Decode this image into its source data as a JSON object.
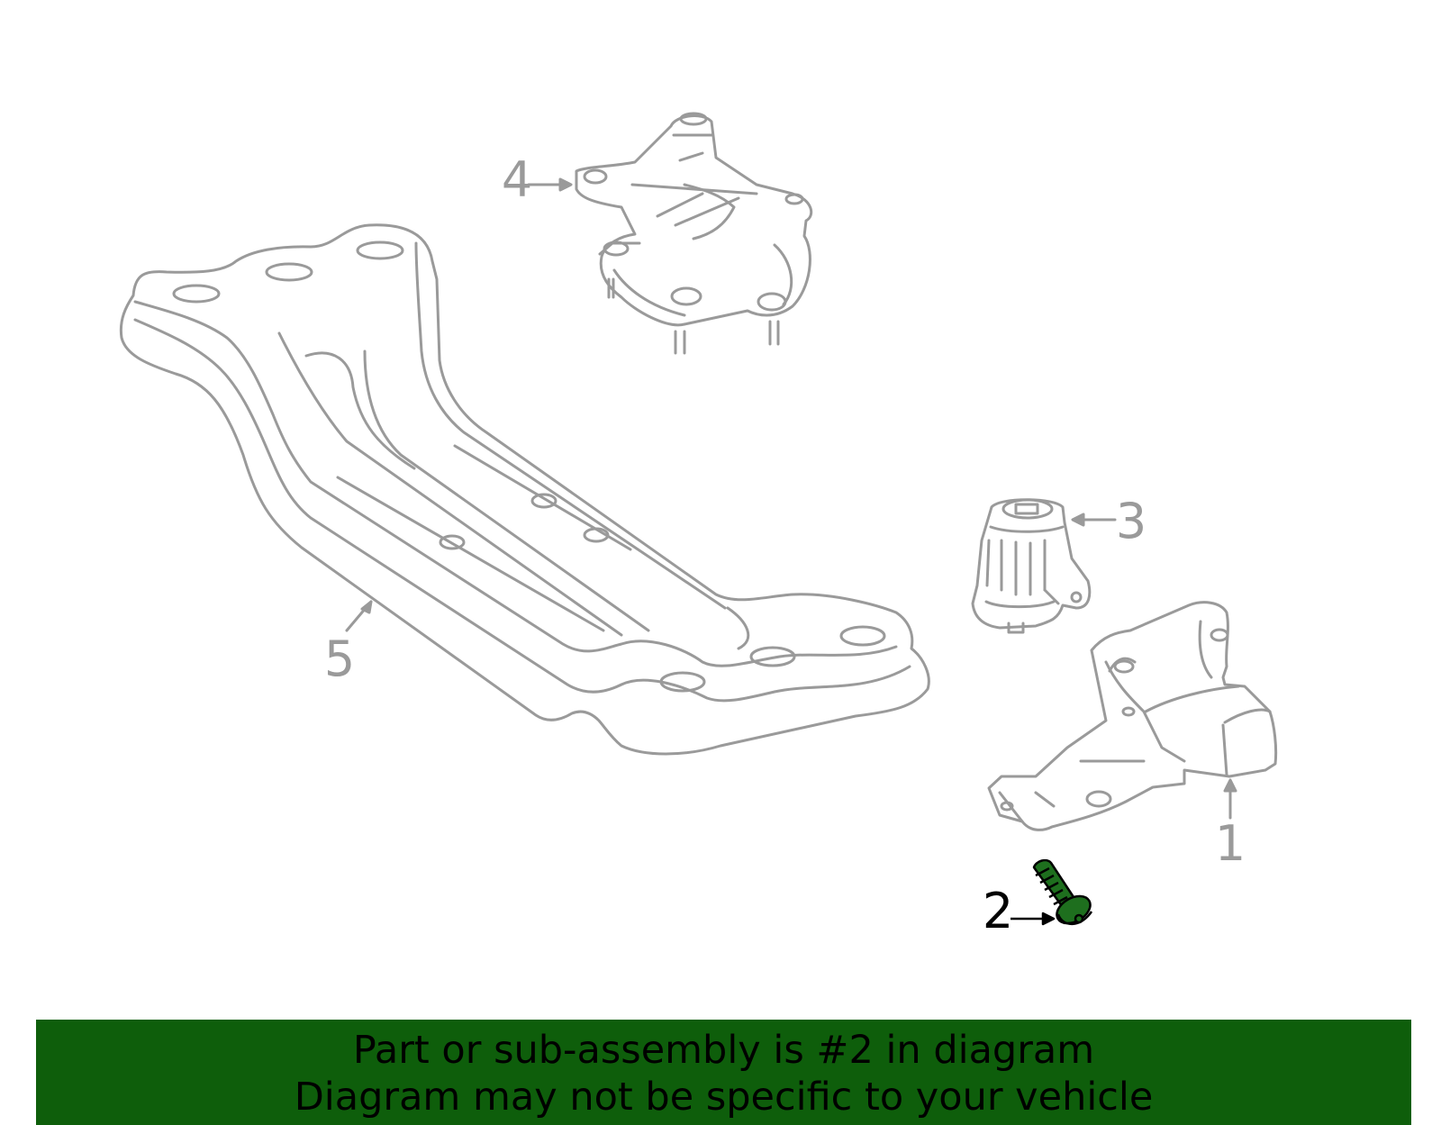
{
  "diagram": {
    "callouts": [
      {
        "number": "1",
        "part": "mount-bracket"
      },
      {
        "number": "2",
        "part": "bolt"
      },
      {
        "number": "3",
        "part": "engine-mount"
      },
      {
        "number": "4",
        "part": "transmission-mount"
      },
      {
        "number": "5",
        "part": "crossmember"
      }
    ],
    "highlighted_callout": "2",
    "colors": {
      "line_art": "#9a9a9a",
      "highlighted_part": "#1e6f1e",
      "highlighted_outline": "#000000",
      "banner": "#0e5e0b",
      "background": "#ffffff"
    }
  },
  "banner": {
    "line1": "Part or sub-assembly is #2 in diagram",
    "line2": "Diagram may not be specific to your vehicle"
  }
}
